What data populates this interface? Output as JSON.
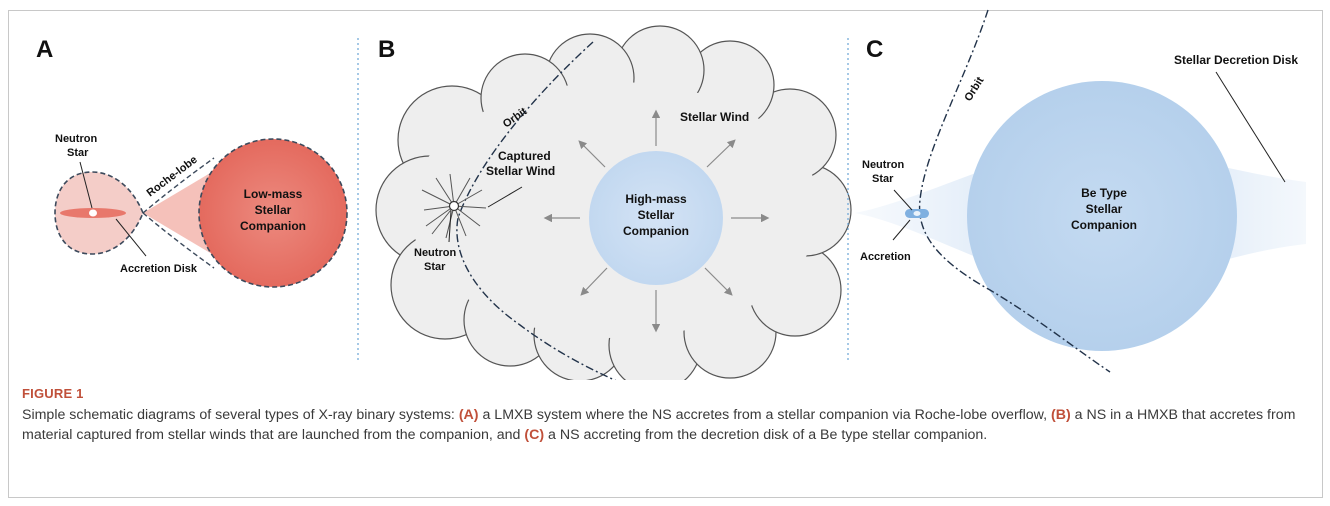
{
  "figure": {
    "label": "FIGURE 1",
    "caption": {
      "intro": "Simple schematic diagrams of several types of X-ray binary systems: ",
      "ref_a": "(A)",
      "text_a": " a LMXB system where the NS accretes from a stellar companion via Roche-lobe overflow, ",
      "ref_b": "(B)",
      "text_b": " a NS in a HMXB that accretes from material captured from stellar winds that are launched from the companion, and ",
      "ref_c": "(C)",
      "text_c": " a NS accreting from the decretion disk of a Be type stellar companion."
    }
  },
  "panels": {
    "a": {
      "letter": "A",
      "neutron_star": [
        "Neutron",
        "Star"
      ],
      "roche_lobe": "Roche-lobe",
      "companion": [
        "Low-mass",
        "Stellar",
        "Companion"
      ],
      "accretion_disk": "Accretion Disk"
    },
    "b": {
      "letter": "B",
      "orbit": "Orbit",
      "stellar_wind": "Stellar Wind",
      "captured_wind": [
        "Captured",
        "Stellar Wind"
      ],
      "companion": [
        "High-mass",
        "Stellar",
        "Companion"
      ],
      "neutron_star": [
        "Neutron",
        "Star"
      ]
    },
    "c": {
      "letter": "C",
      "orbit": "Orbit",
      "decretion_disk": "Stellar Decretion  Disk",
      "neutron_star": [
        "Neutron",
        "Star"
      ],
      "companion": [
        "Be Type",
        "Stellar",
        "Companion"
      ],
      "accretion": "Accretion"
    }
  },
  "colors": {
    "lowmass_companion": "#e87468",
    "lowmass_lobe": "#f2c4be",
    "highmass_companion": "#c9dcf2",
    "wind_cloud": "#eeeeee",
    "be_companion": "#bed6ef",
    "be_disk": "#d9e7f6",
    "caption_accent": "#c0503a",
    "divider": "#6ba5d6"
  }
}
